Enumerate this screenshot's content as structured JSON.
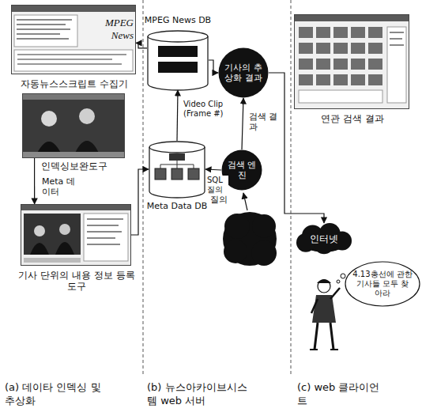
{
  "diagram": {
    "nodes": [
      {
        "text": [
          "MPEG News",
          "자동뉴스스크립트 수집기"
        ]
      },
      {
        "text": [
          "인덱싱보완도구"
        ]
      },
      {
        "text": [
          "기사 단위의 내용 정보 등록 도구"
        ]
      },
      {
        "text": [
          "MPEG News DB"
        ]
      },
      {
        "text": [
          "Meta Data DB"
        ]
      },
      {
        "text": [
          "기사의 추상화 결과"
        ]
      },
      {
        "text": [
          "검색 엔진"
        ]
      },
      {
        "text": [
          "인터넷"
        ]
      },
      {
        "text": [
          "연관 검색 결과"
        ]
      },
      {
        "text": [
          "4.13총선에 관한 기사들 모두 찾아라"
        ]
      }
    ],
    "edges": [
      {
        "from": 3,
        "to": 0,
        "arrow": "to"
      },
      {
        "from": 1,
        "to": 2,
        "arrow": "to",
        "label": "Meta 데이터"
      },
      {
        "from": 2,
        "to": 4,
        "arrow": "to"
      },
      {
        "from": 4,
        "to": 3,
        "arrow": "to"
      },
      {
        "from": 3,
        "to": 5,
        "arrow": "to",
        "label": "Video Clip (Frame #)"
      },
      {
        "from": 6,
        "to": 5,
        "arrow": "to",
        "label": "검색 결과"
      },
      {
        "from": 6,
        "to": 4,
        "arrow": "to",
        "label": "SQL 질의"
      },
      {
        "from": 5,
        "to": 7,
        "arrow": "to"
      }
    ],
    "labels": [
      "질의",
      "(a) 데이타 인덱싱 및 추상화",
      "(b) 뉴스아카이브시스템 web 서버",
      "(c) web 클라이언트"
    ]
  }
}
